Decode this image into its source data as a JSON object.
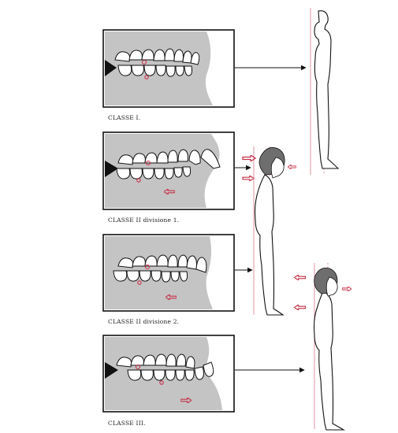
{
  "panels": [
    {
      "label": "CLASSE I.",
      "class": "I"
    },
    {
      "label": "CLASSE II divisione 1.",
      "class": "II-1"
    },
    {
      "label": "CLASSE II divisione 2.",
      "class": "II-2"
    },
    {
      "label": "CLASSE III.",
      "class": "III"
    }
  ],
  "colors": {
    "jaw_fill": "#c4c4c4",
    "outline": "#111111",
    "accent_red": "#c8324a",
    "plumb_line": "#d87a8a",
    "head_shade": "#6e6e6e"
  },
  "icons": [
    "tooth-outline",
    "force-arrow",
    "plumb-line",
    "body-silhouette"
  ]
}
